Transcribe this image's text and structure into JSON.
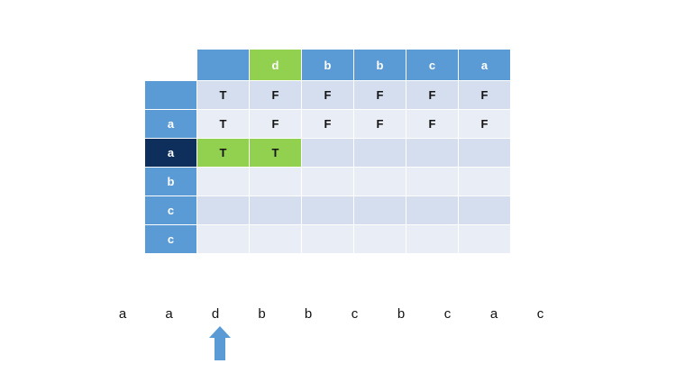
{
  "colors": {
    "header_blue": "#5B9BD5",
    "highlight_green": "#92D050",
    "current_navy": "#0E2F5C",
    "band_dark": "#D5DEEE",
    "band_light": "#E9EDF6",
    "arrow_blue": "#5B9BD5",
    "text_dark": "#141414"
  },
  "table": {
    "column_headers": [
      {
        "label": "",
        "highlight": false
      },
      {
        "label": "d",
        "highlight": true
      },
      {
        "label": "b",
        "highlight": false
      },
      {
        "label": "b",
        "highlight": false
      },
      {
        "label": "c",
        "highlight": false
      },
      {
        "label": "a",
        "highlight": false
      }
    ],
    "rows": [
      {
        "header": "",
        "current": false,
        "band": "dark",
        "cells": [
          {
            "value": "T",
            "highlight": false
          },
          {
            "value": "F",
            "highlight": false
          },
          {
            "value": "F",
            "highlight": false
          },
          {
            "value": "F",
            "highlight": false
          },
          {
            "value": "F",
            "highlight": false
          },
          {
            "value": "F",
            "highlight": false
          }
        ]
      },
      {
        "header": "a",
        "current": false,
        "band": "light",
        "cells": [
          {
            "value": "T",
            "highlight": false
          },
          {
            "value": "F",
            "highlight": false
          },
          {
            "value": "F",
            "highlight": false
          },
          {
            "value": "F",
            "highlight": false
          },
          {
            "value": "F",
            "highlight": false
          },
          {
            "value": "F",
            "highlight": false
          }
        ]
      },
      {
        "header": "a",
        "current": true,
        "band": "dark",
        "cells": [
          {
            "value": "T",
            "highlight": true
          },
          {
            "value": "T",
            "highlight": true
          },
          {
            "value": "",
            "highlight": false
          },
          {
            "value": "",
            "highlight": false
          },
          {
            "value": "",
            "highlight": false
          },
          {
            "value": "",
            "highlight": false
          }
        ]
      },
      {
        "header": "b",
        "current": false,
        "band": "light",
        "cells": [
          {
            "value": "",
            "highlight": false
          },
          {
            "value": "",
            "highlight": false
          },
          {
            "value": "",
            "highlight": false
          },
          {
            "value": "",
            "highlight": false
          },
          {
            "value": "",
            "highlight": false
          },
          {
            "value": "",
            "highlight": false
          }
        ]
      },
      {
        "header": "c",
        "current": false,
        "band": "dark",
        "cells": [
          {
            "value": "",
            "highlight": false
          },
          {
            "value": "",
            "highlight": false
          },
          {
            "value": "",
            "highlight": false
          },
          {
            "value": "",
            "highlight": false
          },
          {
            "value": "",
            "highlight": false
          },
          {
            "value": "",
            "highlight": false
          }
        ]
      },
      {
        "header": "c",
        "current": false,
        "band": "light",
        "cells": [
          {
            "value": "",
            "highlight": false
          },
          {
            "value": "",
            "highlight": false
          },
          {
            "value": "",
            "highlight": false
          },
          {
            "value": "",
            "highlight": false
          },
          {
            "value": "",
            "highlight": false
          },
          {
            "value": "",
            "highlight": false
          }
        ]
      }
    ]
  },
  "sequence": {
    "characters": [
      "a",
      "a",
      "d",
      "b",
      "b",
      "c",
      "b",
      "c",
      "a",
      "c"
    ],
    "pointer_index": 2
  },
  "icons": {
    "pointer": "up-arrow-icon"
  }
}
